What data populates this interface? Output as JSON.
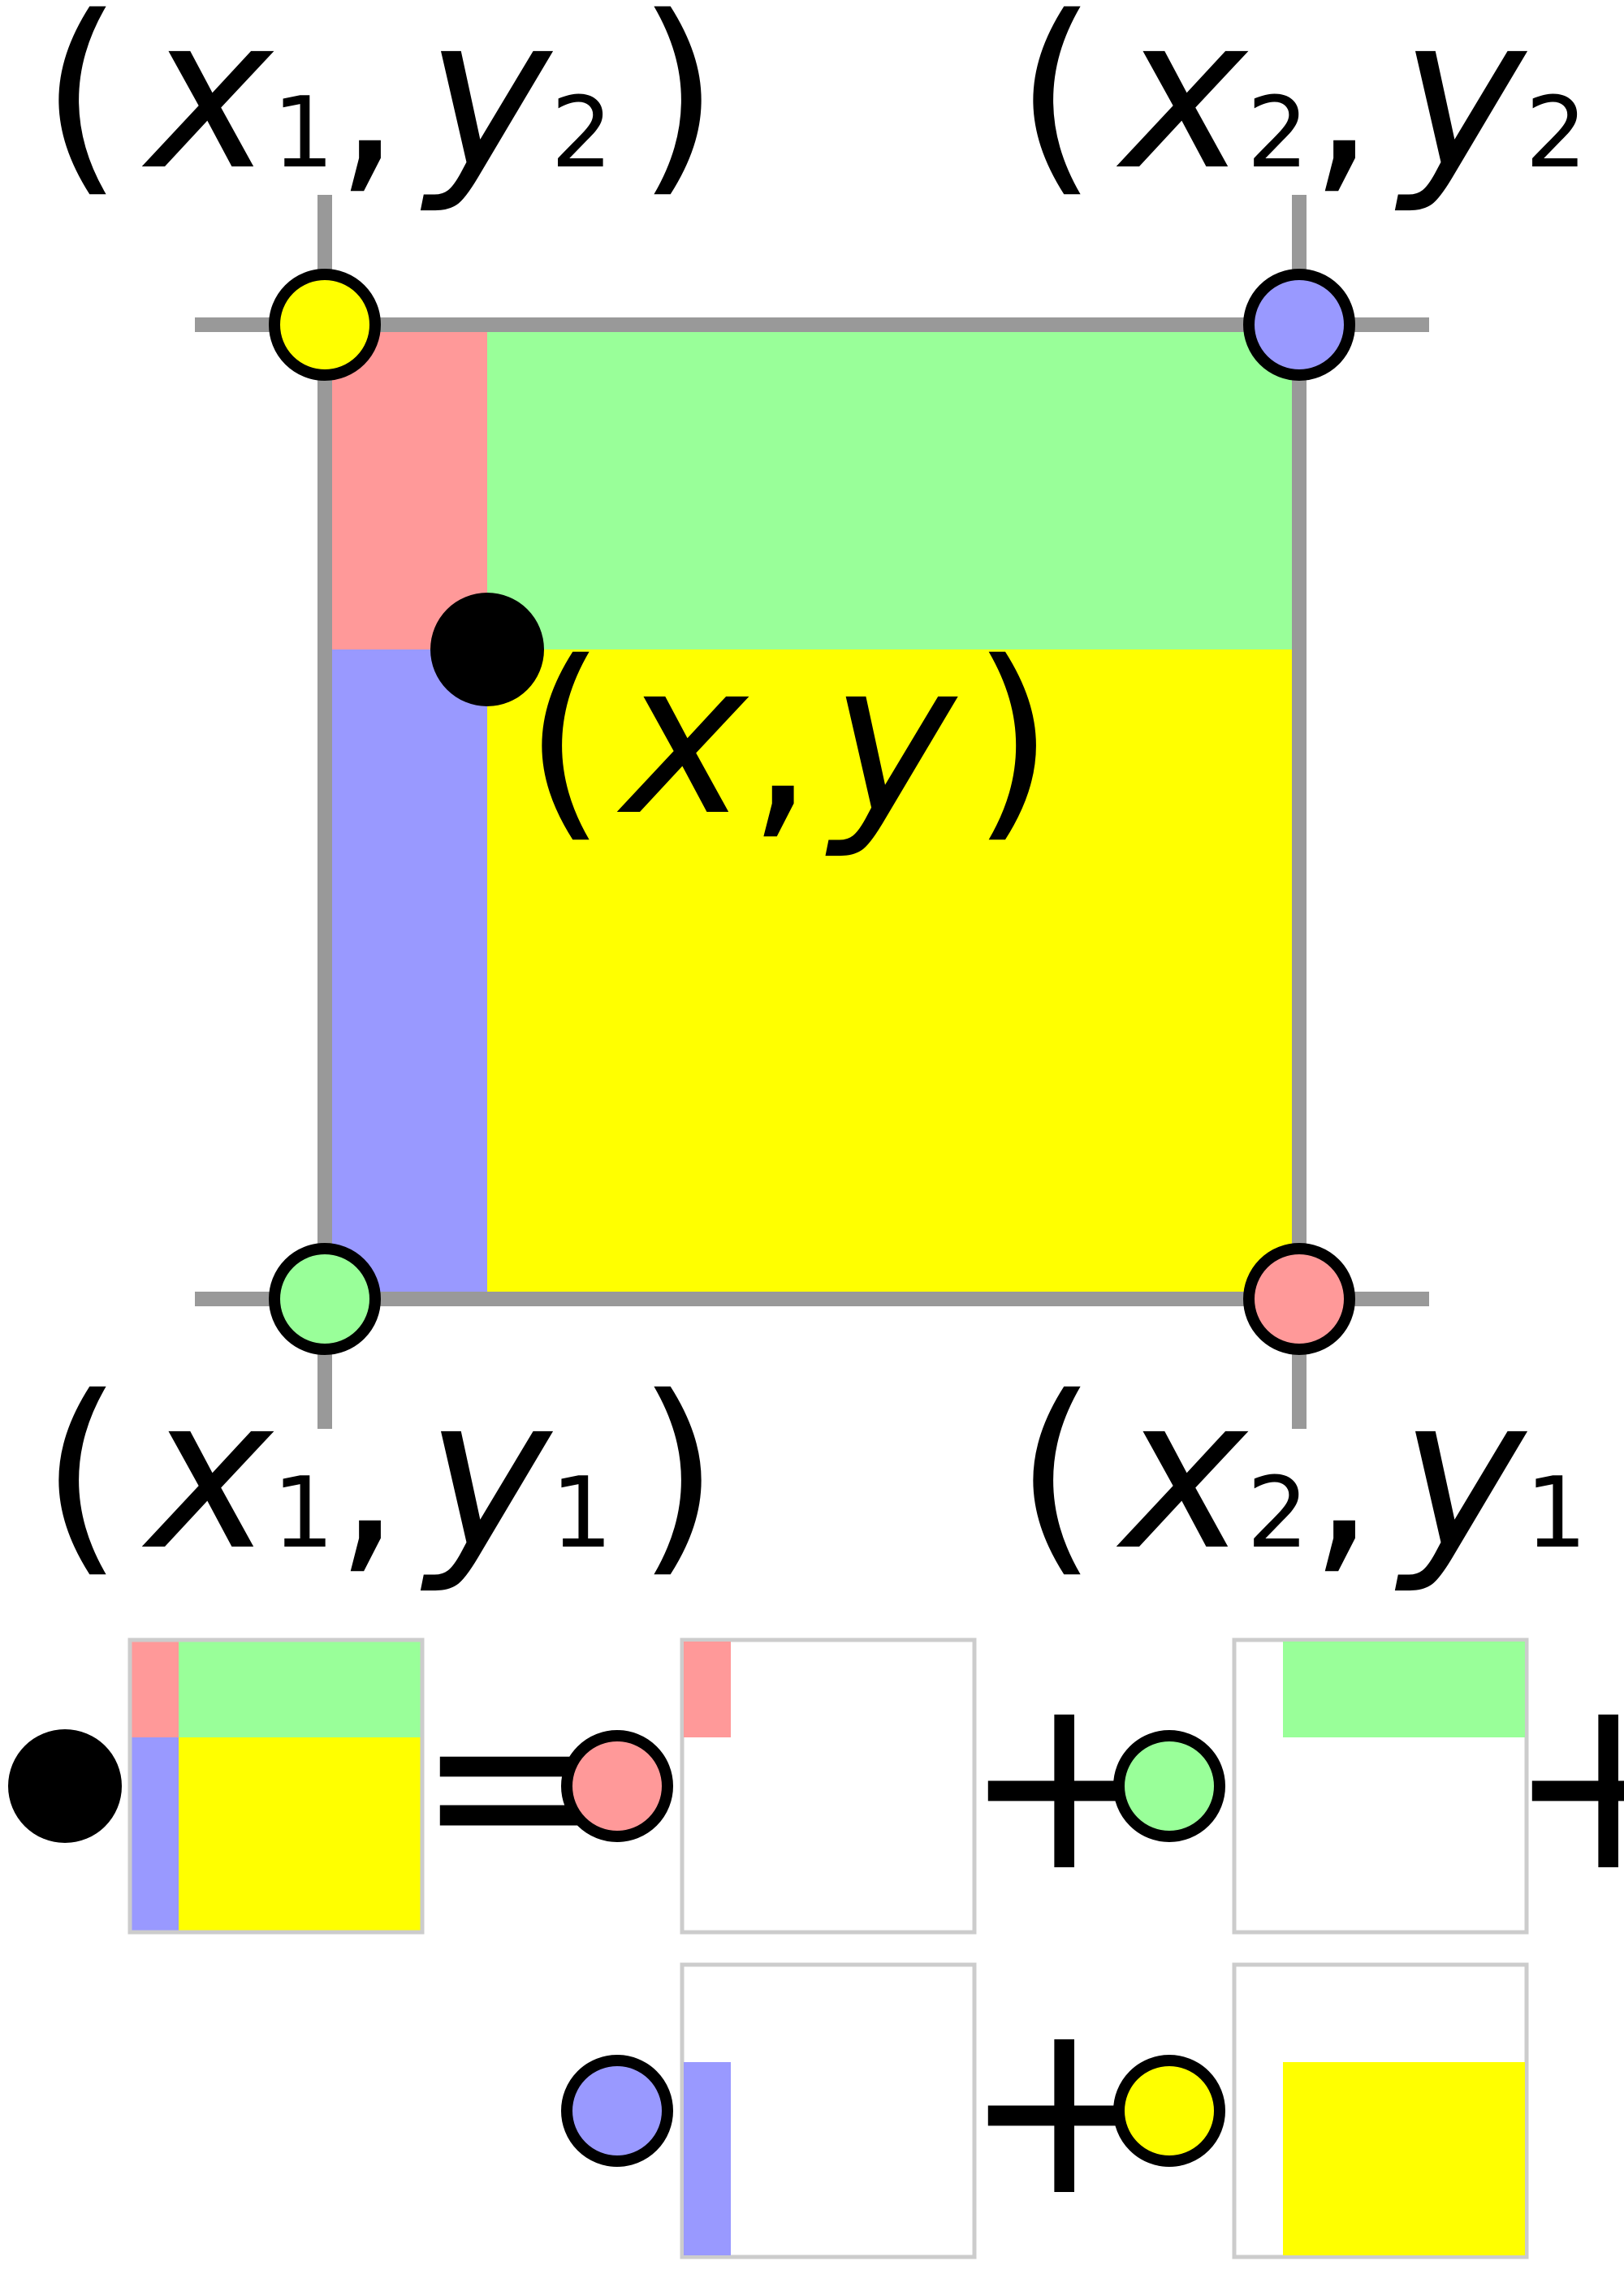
{
  "corners": {
    "top_left": {
      "var1": "x",
      "sub1": "1",
      "var2": "y",
      "sub2": "2",
      "open": "(",
      "comma": ",",
      "close": ")"
    },
    "top_right": {
      "var1": "x",
      "sub1": "2",
      "var2": "y",
      "sub2": "2",
      "open": "(",
      "comma": ",",
      "close": ")"
    },
    "bottom_left": {
      "var1": "x",
      "sub1": "1",
      "var2": "y",
      "sub2": "1",
      "open": "(",
      "comma": ",",
      "close": ")"
    },
    "bottom_right": {
      "var1": "x",
      "sub1": "2",
      "var2": "y",
      "sub2": "1",
      "open": "(",
      "comma": ",",
      "close": ")"
    }
  },
  "point": {
    "var1": "x",
    "var2": "y",
    "open": "(",
    "comma": ",",
    "close": ")"
  },
  "equation": {
    "equals": "=",
    "plus": "+"
  },
  "colors": {
    "red": "#ff9999",
    "green": "#99ff99",
    "blue": "#9999ff",
    "yellow": "#ffff00",
    "grid_line": "#999999",
    "box_border": "#cccccc",
    "dot_outline": "#000000"
  }
}
